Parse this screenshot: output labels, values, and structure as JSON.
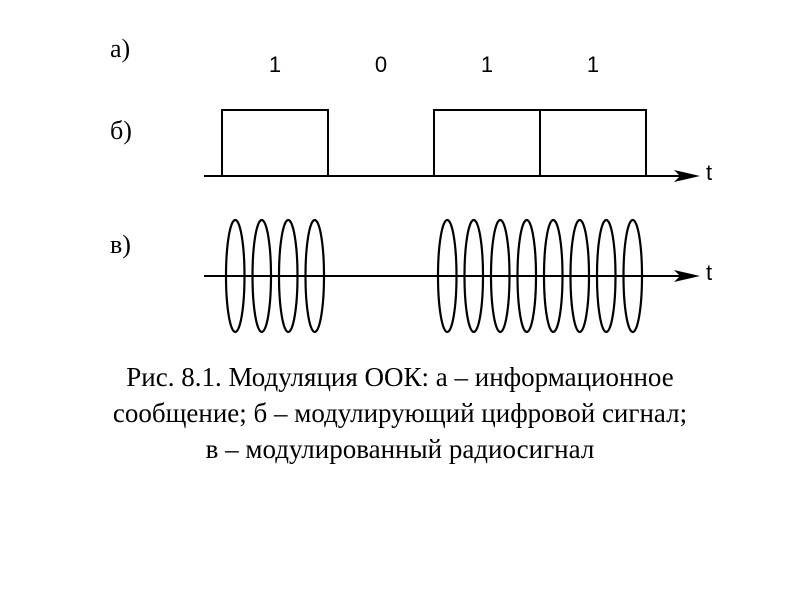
{
  "labels": {
    "a": "а)",
    "b": "б)",
    "v": "в)"
  },
  "bits": [
    "1",
    "0",
    "1",
    "1"
  ],
  "axis_label": "t",
  "caption": [
    "Рис. 8.1. Модуляция ООК: а – информационное",
    "сообщение; б – модулирующий цифровой сигнал;",
    "в – модулированный радиосигнал"
  ],
  "carrier_cycles_per_bit": 4,
  "colors": {
    "line": "#000000",
    "background": "#ffffff"
  }
}
